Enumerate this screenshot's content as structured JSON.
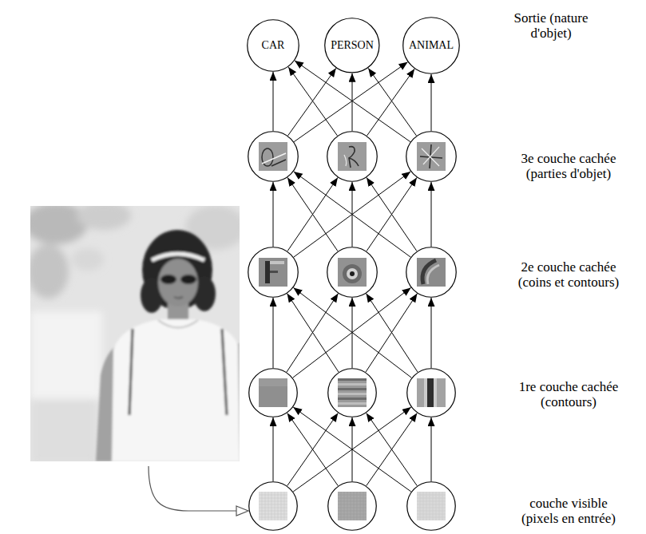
{
  "diagram": {
    "nodes": [
      {
        "text": [
          "CAR"
        ]
      },
      {
        "text": [
          "PERSON"
        ]
      },
      {
        "text": [
          "ANIMAL"
        ]
      },
      {
        "text": []
      },
      {
        "text": []
      },
      {
        "text": []
      },
      {
        "text": []
      },
      {
        "text": []
      },
      {
        "text": []
      },
      {
        "text": []
      },
      {
        "text": []
      },
      {
        "text": []
      },
      {
        "text": []
      },
      {
        "text": []
      },
      {
        "text": []
      }
    ],
    "edges": [
      {
        "from": 12,
        "to": 9,
        "arrow": "to"
      },
      {
        "from": 12,
        "to": 10,
        "arrow": "to"
      },
      {
        "from": 12,
        "to": 11,
        "arrow": "to"
      },
      {
        "from": 13,
        "to": 9,
        "arrow": "to"
      },
      {
        "from": 13,
        "to": 10,
        "arrow": "to"
      },
      {
        "from": 13,
        "to": 11,
        "arrow": "to"
      },
      {
        "from": 14,
        "to": 9,
        "arrow": "to"
      },
      {
        "from": 14,
        "to": 10,
        "arrow": "to"
      },
      {
        "from": 14,
        "to": 11,
        "arrow": "to"
      },
      {
        "from": 9,
        "to": 6,
        "arrow": "to"
      },
      {
        "from": 9,
        "to": 7,
        "arrow": "to"
      },
      {
        "from": 9,
        "to": 8,
        "arrow": "to"
      },
      {
        "from": 10,
        "to": 6,
        "arrow": "to"
      },
      {
        "from": 10,
        "to": 7,
        "arrow": "to"
      },
      {
        "from": 10,
        "to": 8,
        "arrow": "to"
      },
      {
        "from": 11,
        "to": 6,
        "arrow": "to"
      },
      {
        "from": 11,
        "to": 7,
        "arrow": "to"
      },
      {
        "from": 11,
        "to": 8,
        "arrow": "to"
      },
      {
        "from": 6,
        "to": 3,
        "arrow": "to"
      },
      {
        "from": 6,
        "to": 4,
        "arrow": "to"
      },
      {
        "from": 6,
        "to": 5,
        "arrow": "to"
      },
      {
        "from": 7,
        "to": 3,
        "arrow": "to"
      },
      {
        "from": 7,
        "to": 4,
        "arrow": "to"
      },
      {
        "from": 7,
        "to": 5,
        "arrow": "to"
      },
      {
        "from": 8,
        "to": 3,
        "arrow": "to"
      },
      {
        "from": 8,
        "to": 4,
        "arrow": "to"
      },
      {
        "from": 8,
        "to": 5,
        "arrow": "to"
      },
      {
        "from": 3,
        "to": 0,
        "arrow": "to"
      },
      {
        "from": 3,
        "to": 1,
        "arrow": "to"
      },
      {
        "from": 3,
        "to": 2,
        "arrow": "to"
      },
      {
        "from": 4,
        "to": 0,
        "arrow": "to"
      },
      {
        "from": 4,
        "to": 1,
        "arrow": "to"
      },
      {
        "from": 4,
        "to": 2,
        "arrow": "to"
      },
      {
        "from": 5,
        "to": 0,
        "arrow": "to"
      },
      {
        "from": 5,
        "to": 1,
        "arrow": "to"
      },
      {
        "from": 5,
        "to": 2,
        "arrow": "to"
      }
    ],
    "labels": [
      "Sortie (nature d'objet)",
      "3e couche cachée (parties d'objet)",
      "2e couche cachée (coins et contours)",
      "1re couche cachée (contours)",
      "couche visible (pixels en entrée)"
    ]
  }
}
